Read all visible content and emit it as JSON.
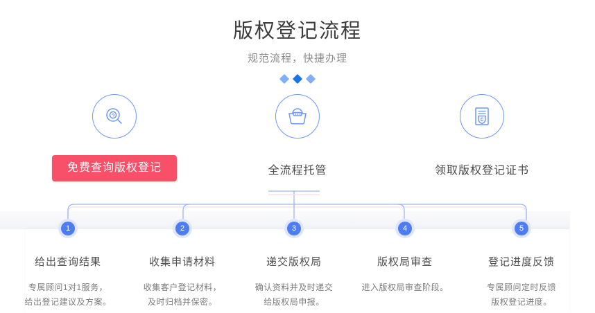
{
  "header": {
    "title": "版权登记流程",
    "subtitle": "规范流程，快捷办理",
    "diamonds": [
      "light",
      "dark",
      "light"
    ]
  },
  "colors": {
    "accent_blue": "#4d7cf3",
    "icon_blue": "#6f96f7",
    "cta_pink": "#f9506a",
    "diamond_light": "#7fb0f7",
    "diamond_dark": "#1a73e8",
    "line_blue": "#9ab6f7",
    "line_pink": "#f6e3ea",
    "band_gray": "#f2f3f7"
  },
  "services": [
    {
      "icon": "copyright-search-icon",
      "type": "button",
      "label": "免费查询版权登记"
    },
    {
      "icon": "escrow-basket-icon",
      "type": "text",
      "label": "全流程托管"
    },
    {
      "icon": "certificate-icon",
      "type": "text",
      "label": "领取版权登记证书"
    }
  ],
  "steps": [
    {
      "number": "1",
      "title": "给出查询结果",
      "desc_lines": [
        "专属顾问1对1服务，",
        "给出登记建议及方案。"
      ]
    },
    {
      "number": "2",
      "title": "收集申请材料",
      "desc_lines": [
        "收集客户登记材料，",
        "及时归档并保密。"
      ]
    },
    {
      "number": "3",
      "title": "递交版权局",
      "desc_lines": [
        "确认资料并及时递交",
        "给版权局申报。"
      ]
    },
    {
      "number": "4",
      "title": "版权局审查",
      "desc_lines": [
        "进入版权局审查阶段。",
        ""
      ]
    },
    {
      "number": "5",
      "title": "登记进度反馈",
      "desc_lines": [
        "专属顾问定时反馈",
        "版权登记进度。"
      ]
    }
  ]
}
